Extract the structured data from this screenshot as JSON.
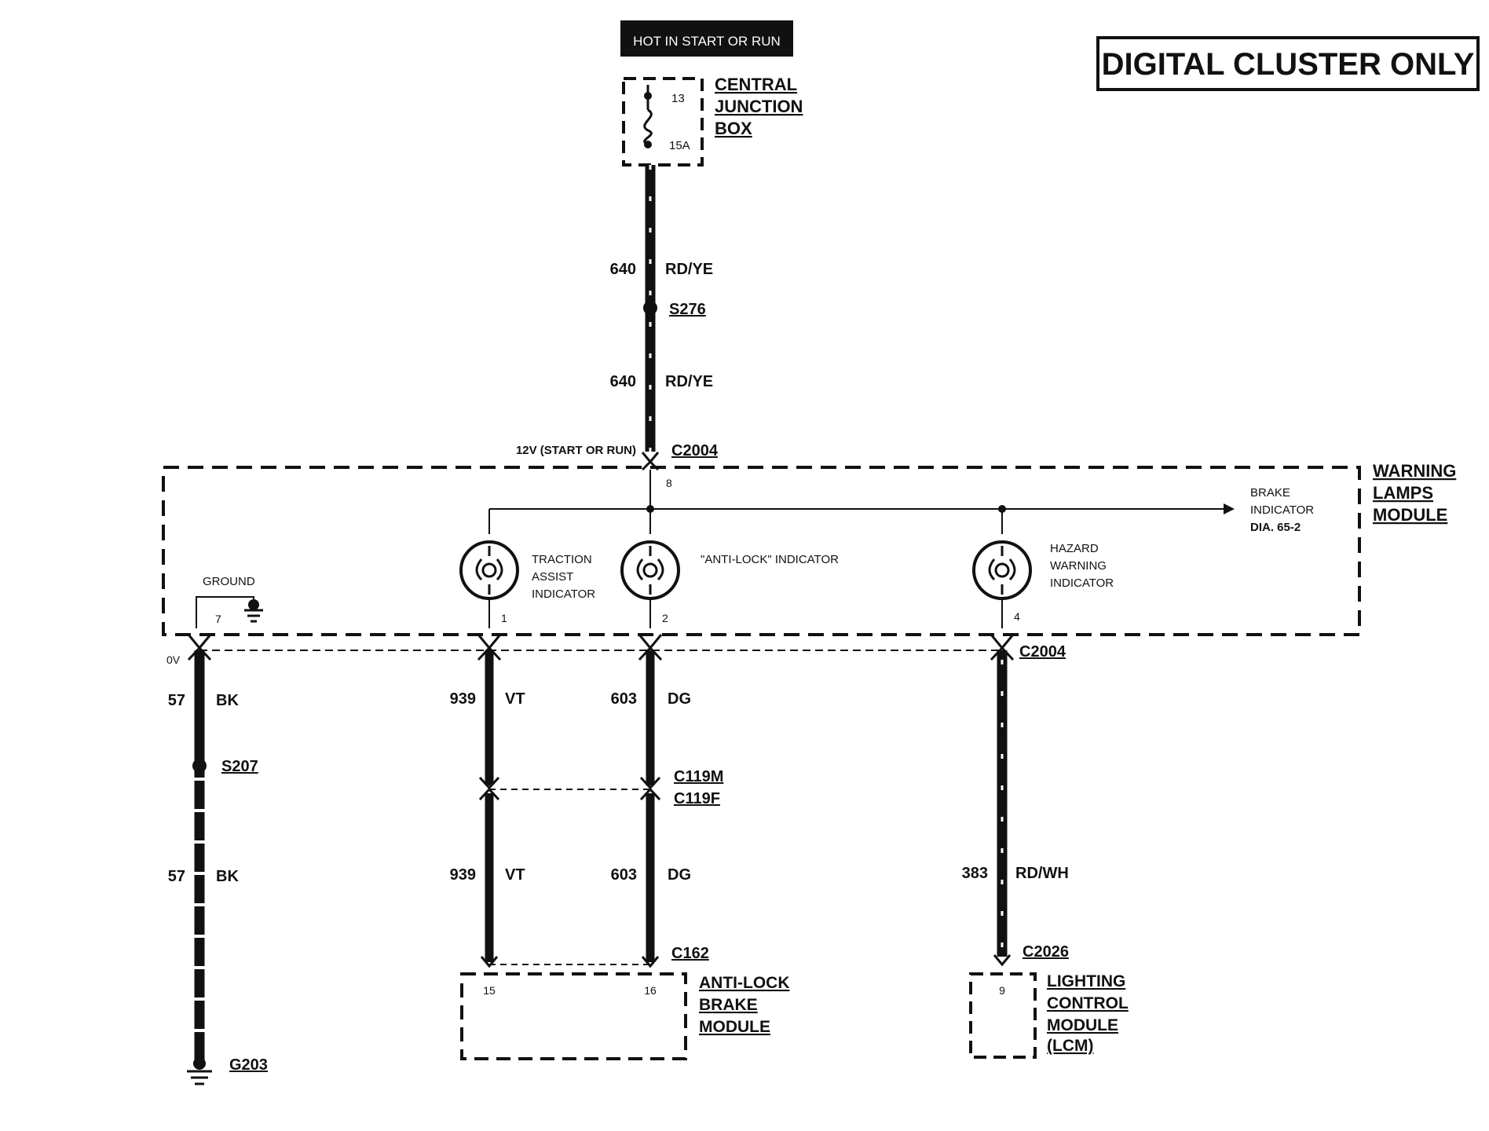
{
  "header": {
    "power_label": "HOT IN START OR RUN",
    "scope_label": "DIGITAL CLUSTER ONLY"
  },
  "junction_box": {
    "name_lines": [
      "CENTRAL",
      "JUNCTION",
      "BOX"
    ],
    "fuse_number": "13",
    "fuse_rating": "15A"
  },
  "feed_wire": {
    "circuit": "640",
    "color": "RD/YE",
    "splice": "S276",
    "voltage_label": "12V (START OR RUN)",
    "connector": "C2004",
    "pin": "8"
  },
  "module": {
    "name_lines": [
      "WARNING",
      "LAMPS",
      "MODULE"
    ],
    "ground_label": "GROUND",
    "ground_pin": "7",
    "brake_ref_lines": [
      "BRAKE",
      "INDICATOR",
      "DIA. 65-2"
    ],
    "lamps": [
      {
        "label_lines": [
          "TRACTION",
          "ASSIST",
          "INDICATOR"
        ],
        "pin": "1"
      },
      {
        "label_lines": [
          "\"ANTI-LOCK\" INDICATOR"
        ],
        "pin": "2"
      },
      {
        "label_lines": [
          "HAZARD",
          "WARNING",
          "INDICATOR"
        ],
        "pin": "4"
      }
    ]
  },
  "outputs": {
    "zero_volt": "0V",
    "connector": "C2004",
    "ground_wire": {
      "circuit": "57",
      "color": "BK",
      "splice": "S207",
      "ground": "G203"
    },
    "traction_wire": {
      "circuit": "939",
      "color": "VT"
    },
    "antilock_wire": {
      "circuit": "603",
      "color": "DG"
    },
    "inline_connector_m": "C119M",
    "inline_connector_f": "C119F",
    "abs_connector": "C162",
    "abs_module": {
      "name_lines": [
        "ANTI-LOCK",
        "BRAKE",
        "MODULE"
      ],
      "pins": [
        "15",
        "16"
      ]
    },
    "hazard_wire": {
      "circuit": "383",
      "color": "RD/WH",
      "connector": "C2026"
    },
    "lcm": {
      "name_lines": [
        "LIGHTING",
        "CONTROL",
        "MODULE",
        "(LCM)"
      ],
      "pin": "9"
    }
  },
  "colors": {
    "ink": "#111111",
    "background": "#ffffff"
  }
}
